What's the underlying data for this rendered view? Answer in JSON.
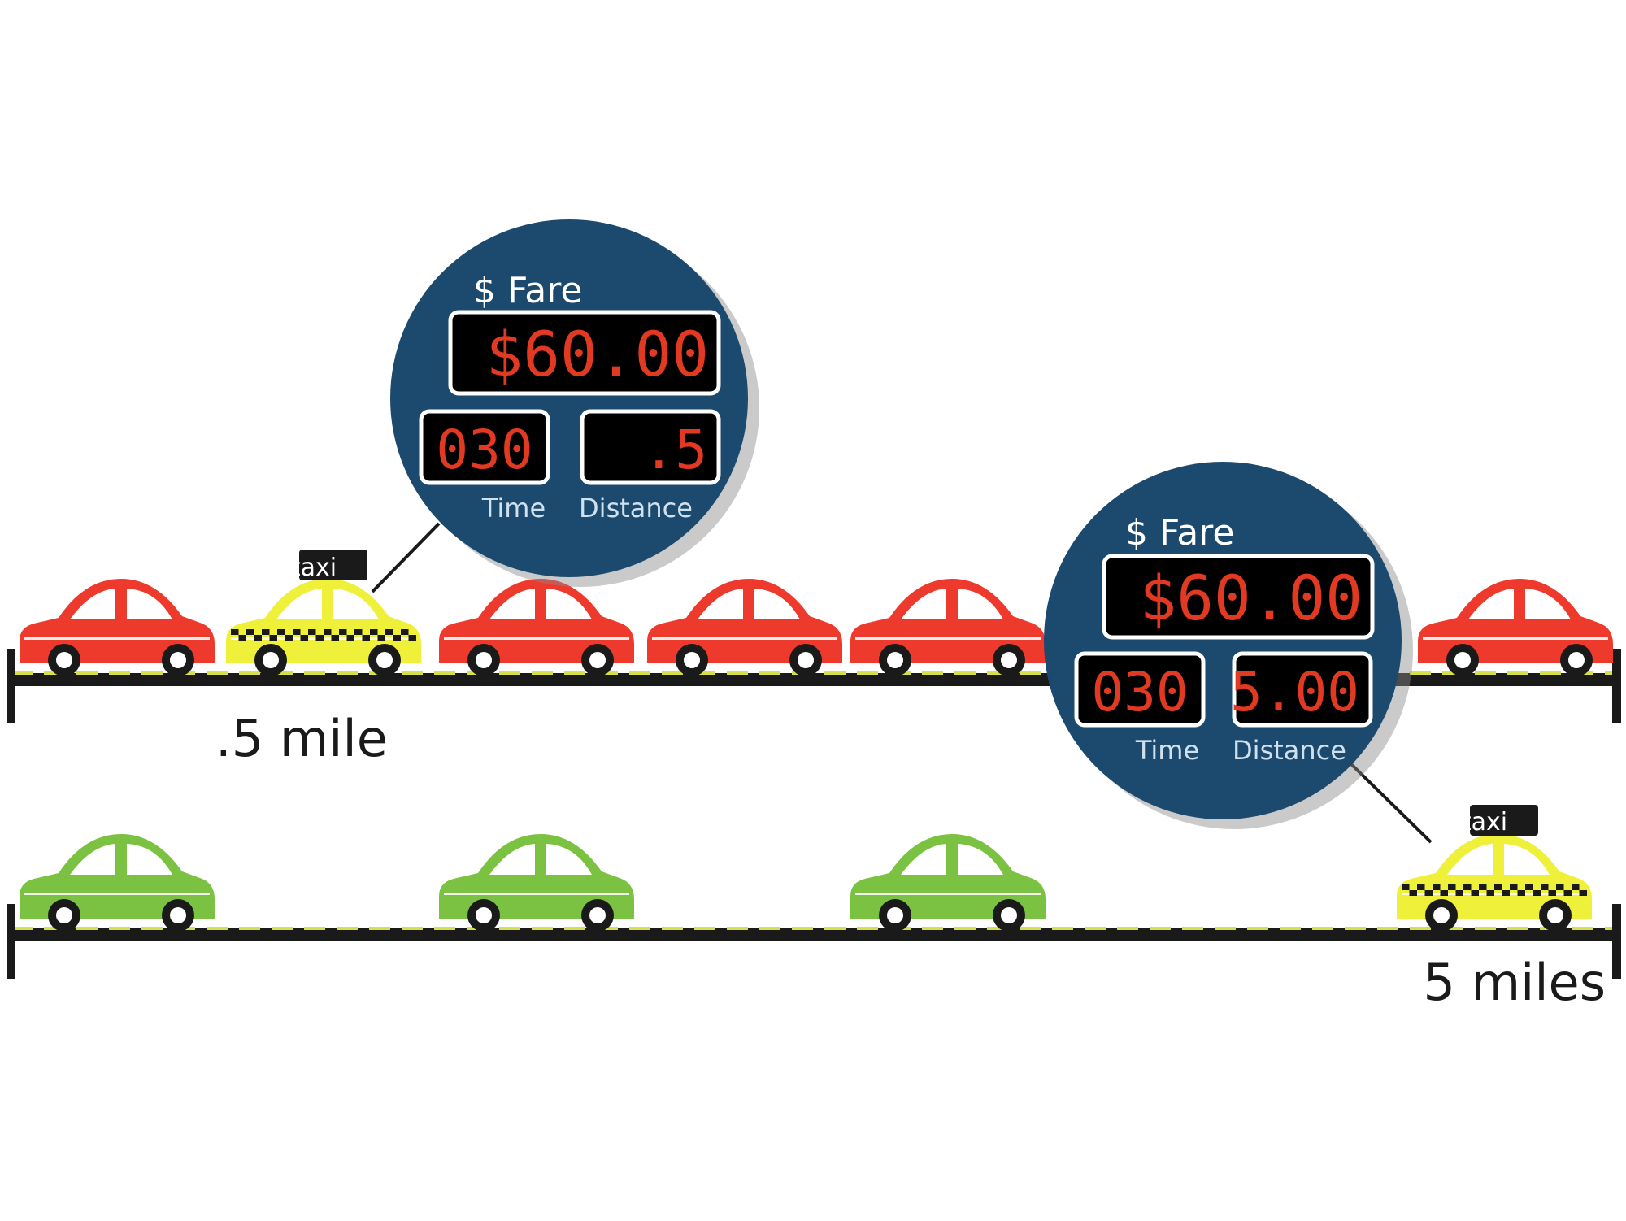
{
  "colors": {
    "red_car": "#ee3a2c",
    "green_car": "#7cc242",
    "taxi": "#eef03a",
    "meter_bg": "#1c4a6e",
    "lcd_text": "#e23a22",
    "road": "#1a1a1a",
    "road_line": "#d6e04a"
  },
  "top_road": {
    "label": ".5 mile",
    "taxi_sign": "taxi",
    "meter": {
      "fare_label": "$ Fare",
      "fare_value": "$60.00",
      "time_value": "030",
      "time_label": "Time",
      "distance_value": ".5",
      "distance_label": "Distance"
    }
  },
  "bottom_road": {
    "label": "5 miles",
    "taxi_sign": "taxi",
    "meter": {
      "fare_label": "$ Fare",
      "fare_value": "$60.00",
      "time_value": "030",
      "time_label": "Time",
      "distance_value": "5.00",
      "distance_label": "Distance"
    }
  }
}
